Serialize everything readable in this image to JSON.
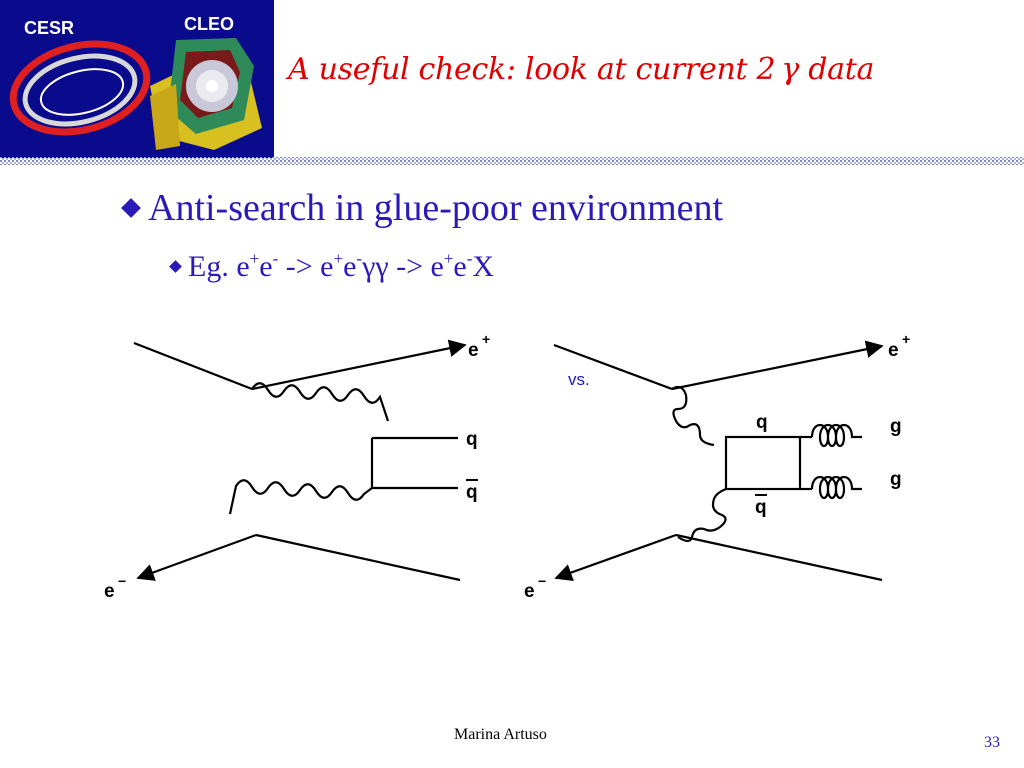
{
  "logo": {
    "left_label": "CESR",
    "right_label": "CLEO"
  },
  "title": {
    "text": "A useful check: look at current 2",
    "symbol": "γ",
    "tail": "data"
  },
  "bullets": {
    "level1": "Anti-search in glue-poor environment",
    "level2": {
      "prefix": "Eg. e",
      "s1": "+",
      "t1": "e",
      "s2": "-",
      "t2": " -> e",
      "s3": "+",
      "t3": "e",
      "s4": "-",
      "t4": "γγ -> e",
      "s5": "+",
      "t5": "e",
      "s6": "-",
      "t6": "X"
    }
  },
  "diagram_left": {
    "e_out_top": "e",
    "e_out_top_sup": "+",
    "q": "q",
    "qbar": "q",
    "e_out_bottom": "e",
    "e_out_bottom_sup": "−"
  },
  "diagram_right": {
    "vs": "vs.",
    "e_out_top": "e",
    "e_out_top_sup": "+",
    "q": "q",
    "qbar": "q",
    "g_top": "g",
    "g_bottom": "g",
    "e_out_bottom": "e",
    "e_out_bottom_sup": "−"
  },
  "footer": {
    "author": "Marina Artuso",
    "page": "33"
  },
  "colors": {
    "title": "#e00000",
    "text": "#2b1ab8",
    "logo_bg": "#0a0a8c",
    "vs": "#1a1ad0"
  }
}
